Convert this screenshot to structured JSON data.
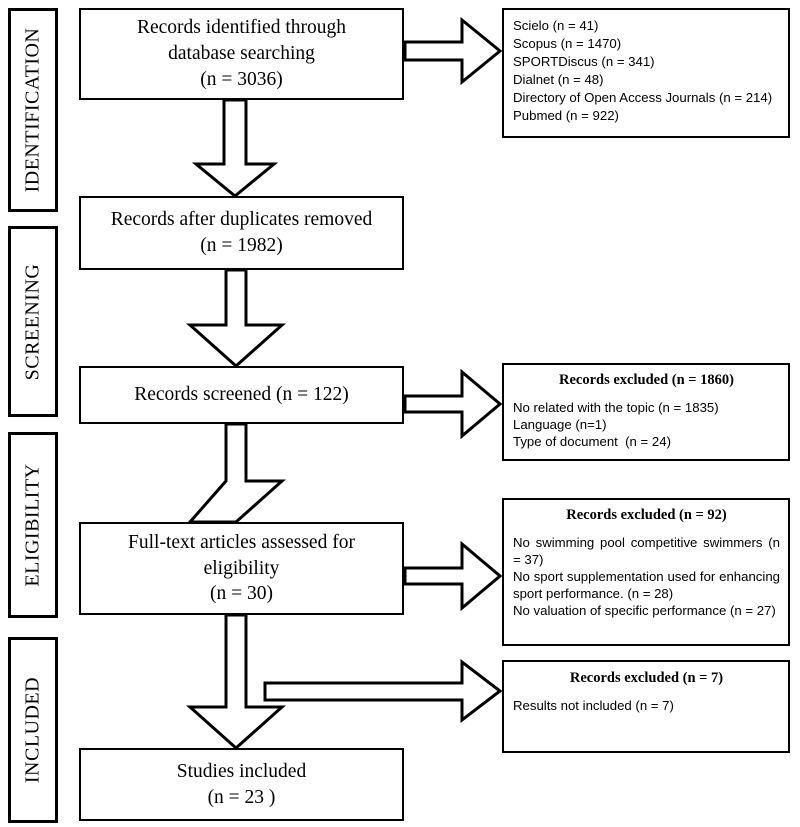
{
  "diagram": {
    "title": "PRISMA flow diagram",
    "type": "prisma-flowchart"
  },
  "stages": [
    {
      "id": "identification",
      "label": "IDENTIFICATION"
    },
    {
      "id": "screening",
      "label": "SCREENING"
    },
    {
      "id": "eligibility",
      "label": "ELIGIBILITY"
    },
    {
      "id": "included",
      "label": "INCLUDED"
    }
  ],
  "main_boxes": [
    {
      "id": "records-identified",
      "lines": [
        "Records identified through",
        "database searching",
        "(n = 3036)"
      ],
      "n": 3036
    },
    {
      "id": "duplicates-removed",
      "lines": [
        "Records after duplicates removed",
        "(n = 1982)"
      ],
      "n": 1982
    },
    {
      "id": "records-screened",
      "lines": [
        "Records screened  (n = 122)"
      ],
      "n": 122
    },
    {
      "id": "fulltext-assessed",
      "lines": [
        "Full-text articles assessed for",
        "eligibility",
        "(n = 30)"
      ],
      "n": 30
    },
    {
      "id": "studies-included",
      "lines": [
        "Studies included",
        "(n = 23 )"
      ],
      "n": 23
    }
  ],
  "side_boxes": [
    {
      "id": "databases",
      "header": "",
      "rows": [
        "Scielo (n = 41)",
        "Scopus (n = 1470)",
        "SPORTDiscus (n = 341)",
        "Dialnet (n = 48)",
        "Directory of Open Access Journals (n = 214)",
        "Pubmed (n = 922)"
      ]
    },
    {
      "id": "excluded-screening",
      "header": "Records excluded (n = 1860)",
      "rows": [
        "No related with the topic (n = 1835)",
        "Language (n=1)",
        "Type of document  (n = 24)"
      ]
    },
    {
      "id": "excluded-eligibility",
      "header": "Records excluded  (n = 92)",
      "rows": [
        "No swimming pool competitive swimmers (n = 37)",
        "No sport supplementation used for enhancing sport performance. (n = 28)",
        "No valuation of specific performance (n = 27)"
      ]
    },
    {
      "id": "excluded-included",
      "header": "Records excluded  (n = 7)",
      "rows": [
        "Results not included (n = 7)"
      ]
    }
  ],
  "chart_data": {
    "type": "flowchart",
    "title": "PRISMA flow diagram",
    "nodes": [
      {
        "stage": "identification",
        "label": "Records identified through database searching",
        "n": 3036
      },
      {
        "stage": "identification",
        "label": "Scielo",
        "n": 41
      },
      {
        "stage": "identification",
        "label": "Scopus",
        "n": 1470
      },
      {
        "stage": "identification",
        "label": "SPORTDiscus",
        "n": 341
      },
      {
        "stage": "identification",
        "label": "Dialnet",
        "n": 48
      },
      {
        "stage": "identification",
        "label": "Directory of Open Access Journals",
        "n": 214
      },
      {
        "stage": "identification",
        "label": "Pubmed",
        "n": 922
      },
      {
        "stage": "screening",
        "label": "Records after duplicates removed",
        "n": 1982
      },
      {
        "stage": "screening",
        "label": "Records screened",
        "n": 122
      },
      {
        "stage": "screening",
        "label": "Records excluded",
        "n": 1860
      },
      {
        "stage": "screening",
        "label": "No related with the topic",
        "n": 1835
      },
      {
        "stage": "screening",
        "label": "Language",
        "n": 1
      },
      {
        "stage": "screening",
        "label": "Type of document",
        "n": 24
      },
      {
        "stage": "eligibility",
        "label": "Full-text articles assessed for eligibility",
        "n": 30
      },
      {
        "stage": "eligibility",
        "label": "Records excluded",
        "n": 92
      },
      {
        "stage": "eligibility",
        "label": "No swimming pool competitive swimmers",
        "n": 37
      },
      {
        "stage": "eligibility",
        "label": "No sport supplementation used for enhancing sport performance.",
        "n": 28
      },
      {
        "stage": "eligibility",
        "label": "No valuation of specific performance",
        "n": 27
      },
      {
        "stage": "included",
        "label": "Records excluded",
        "n": 7
      },
      {
        "stage": "included",
        "label": "Results not included",
        "n": 7
      },
      {
        "stage": "included",
        "label": "Studies included",
        "n": 23
      }
    ]
  },
  "colors": {
    "stroke": "#000000",
    "background": "#ffffff"
  }
}
